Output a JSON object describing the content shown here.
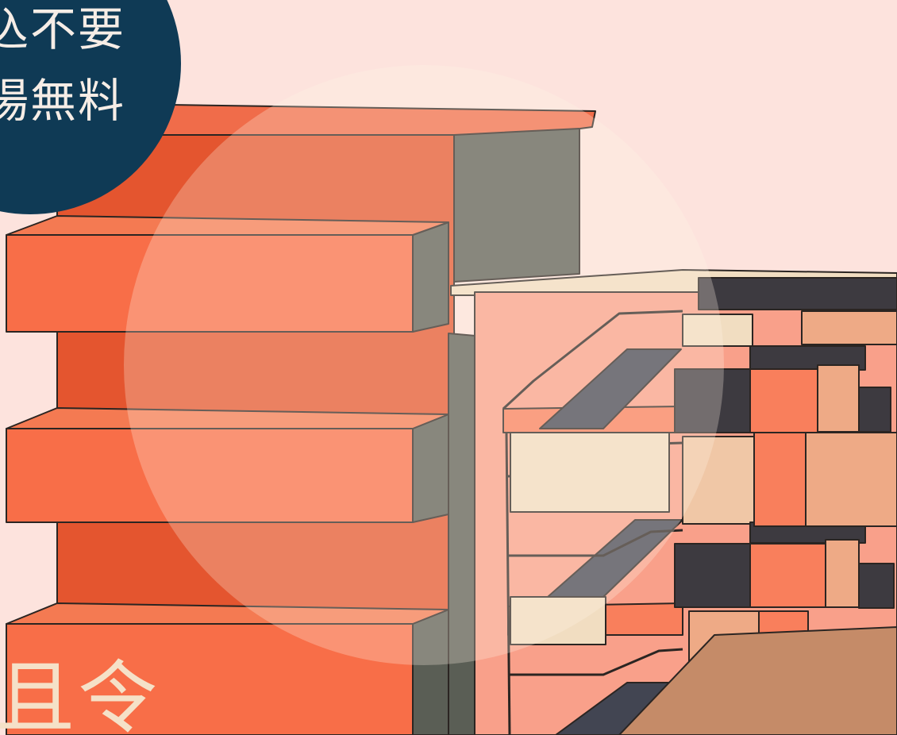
{
  "badge": {
    "line_1": "込不要",
    "line_2": "場無料"
  },
  "footer_text": "且令",
  "colors": {
    "background": "#fde3dd",
    "badge": "#0f3a55",
    "building_main": "#f86e48",
    "building_dark": "#5a5e55",
    "building_pink": "#f9a08a",
    "stair_dark": "#424552",
    "cream": "#f1ddc1",
    "tan": "#eeaa86",
    "ground": "#c58b68",
    "overlay_circle": "#fff3e6",
    "badge_text": "#f6ede6",
    "footer_text": "#f5e1c8"
  }
}
